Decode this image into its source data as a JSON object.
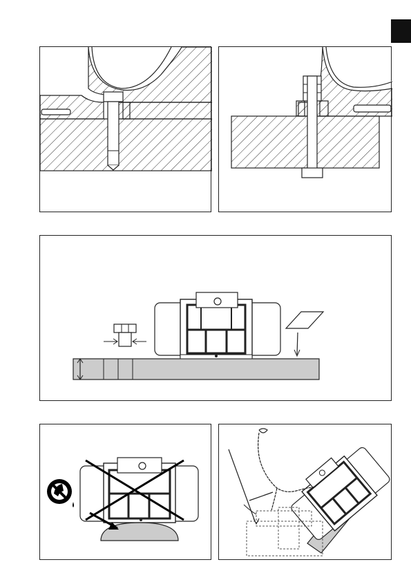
{
  "page": {
    "background": "#ffffff",
    "tab_color": "#111111"
  },
  "figures": {
    "fig1": {
      "description_icon": "bolt-mounting-threaded-section"
    },
    "fig2": {
      "description_icon": "bolt-mounting-through-section"
    },
    "fig3": {
      "description_icon": "motor-on-rigid-base-with-flatness-tolerance"
    },
    "fig4": {
      "description_icon": "no-resilient-support-prohibited"
    },
    "fig5": {
      "description_icon": "motor-lifting-with-chain"
    }
  },
  "colors": {
    "line": "#222222",
    "hatch": "#333333",
    "base_fill": "#cccccc",
    "cross": "#000000"
  }
}
